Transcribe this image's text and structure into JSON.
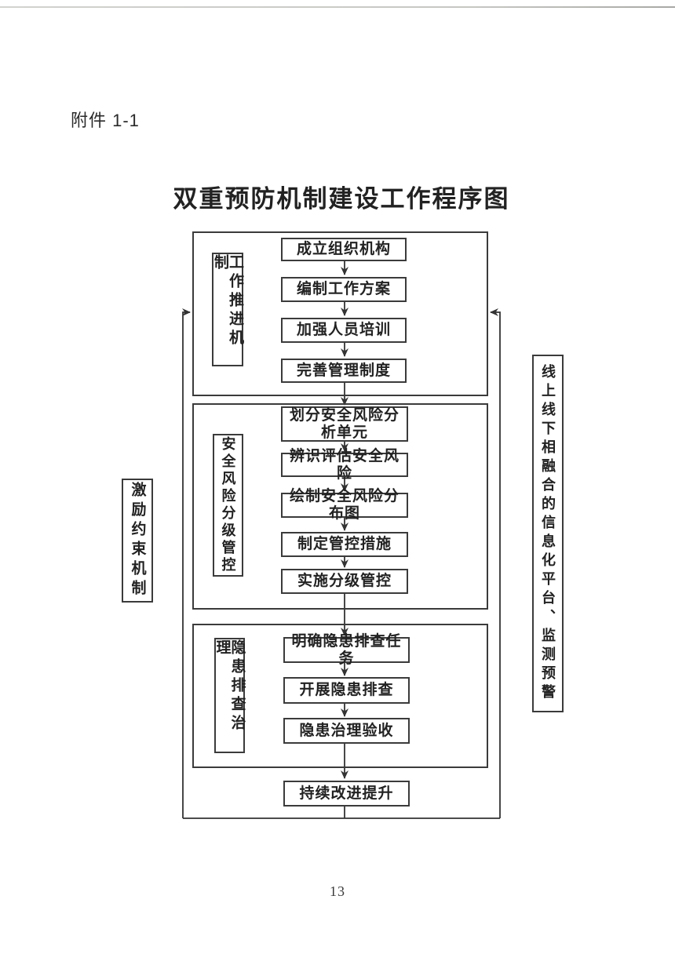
{
  "page": {
    "attachment_label": "附件 1-1",
    "title": "双重预防机制建设工作程序图",
    "page_number": "13"
  },
  "flow": {
    "left_sidebar": {
      "label": "激励约束机制"
    },
    "right_sidebar": {
      "label": "线上线下相融合的信息化平台、监测预警"
    },
    "sections": [
      {
        "label": "工作推进机制",
        "steps": [
          "成立组织机构",
          "编制工作方案",
          "加强人员培训",
          "完善管理制度"
        ]
      },
      {
        "label": "安全风险分级管控",
        "steps": [
          "划分安全风险分析单元",
          "辨识评估安全风险",
          "绘制安全风险分布图",
          "制定管控措施",
          "实施分级管控"
        ]
      },
      {
        "label": "隐患排查治理",
        "steps": [
          "明确隐患排查任务",
          "开展隐患排查",
          "隐患治理验收"
        ]
      }
    ],
    "final_step": "持续改进提升"
  },
  "colors": {
    "line": "#333333",
    "border": "#3b3b3b",
    "text": "#222222",
    "background": "#ffffff"
  }
}
